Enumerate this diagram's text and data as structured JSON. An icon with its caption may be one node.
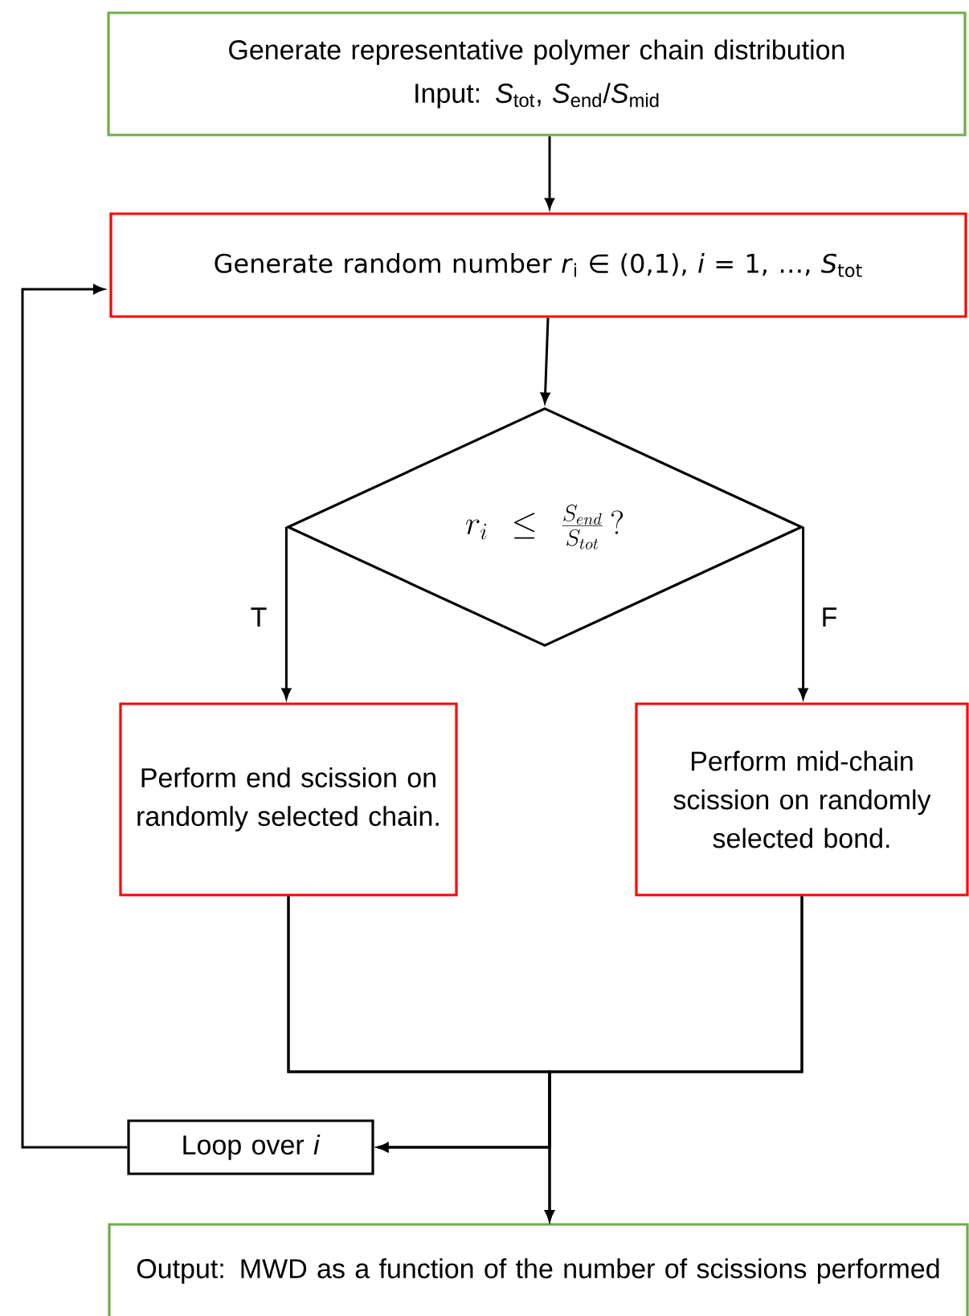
{
  "diagram": {
    "nodes": [
      {
        "text": [
          "Generate representative polymer chain distribution",
          "Input: *S*$_{tot}$, *S*$_{end}$/*S*$_{mid}$"
        ]
      },
      {
        "text": [
          "Generate random number *r*$_{i}$ ∈ (0,1), *i* = 1, …, *S*$_{tot}$"
        ]
      },
      {
        "text": [
          "r_i \\le \\frac{S_{end}}{S_{tot}}\\,?"
        ]
      },
      {
        "text": [
          "Perform end scission on randomly selected chain."
        ]
      },
      {
        "text": [
          "Perform mid-chain scission on randomly selected bond."
        ]
      },
      {
        "text": [
          "Loop over *i*"
        ]
      },
      {
        "text": [
          "Output: MWD as a function of the number of scissions performed"
        ]
      }
    ],
    "edges": [
      {
        "from": 0,
        "to": 1,
        "arrow": "to"
      },
      {
        "from": 1,
        "to": 2,
        "arrow": "to"
      },
      {
        "from": 2,
        "to": 3,
        "arrow": "to",
        "label": "T"
      },
      {
        "from": 2,
        "to": 4,
        "arrow": "to",
        "label": "F"
      },
      {
        "from": 3,
        "to": 6,
        "arrow": "to"
      },
      {
        "from": 4,
        "to": 6,
        "arrow": "to"
      },
      {
        "from": 3,
        "to": 5,
        "arrow": "to"
      },
      {
        "from": 4,
        "to": 5,
        "arrow": "to"
      },
      {
        "from": 5,
        "to": 1,
        "arrow": "to"
      }
    ]
  }
}
